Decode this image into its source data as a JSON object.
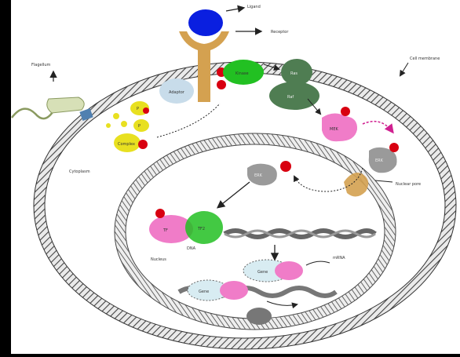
{
  "labels": {
    "ligand": "Ligand",
    "receptor": "Receptor",
    "flagellum": "Flagellum",
    "cell_membrane": "Cell membrane",
    "nuclear_pore": "Nuclear pore",
    "cytoplasm": "Cytoplasm",
    "nucleus": "Nucleus",
    "dna": "DNA",
    "mrna": "mRNA"
  },
  "protein_labels": {
    "green_kinase": "Kinase",
    "dark_green_top": "Ras",
    "dark_green_bottom": "Raf",
    "light_blue": "Adaptor",
    "yellow_small_1": "P",
    "yellow_small_2": "P",
    "yellow_complex": "Complex",
    "pink_cytoplasm": "MEK",
    "gray_cytoplasm": "ERK",
    "gray_nucleus": "ERK",
    "pink_nucleus": "TF",
    "green_nucleus": "TF2",
    "gene_box_1": "Gene",
    "gene_box_2": "Gene"
  },
  "colors": {
    "background": "#000000",
    "page": "#ffffff",
    "membrane_dark": "#333333",
    "ligand_blue": "#0a1fe0",
    "receptor_tan": "#d4a150",
    "phospho_red": "#d80010",
    "kinase_green": "#22c022",
    "ras_green": "#4f7d52",
    "pink": "#f07cc8",
    "gray_protein": "#9a9a9a",
    "yellow": "#e8e020",
    "light_blue": "#c8dcea",
    "flagellum_fill": "#d7e0b7"
  }
}
